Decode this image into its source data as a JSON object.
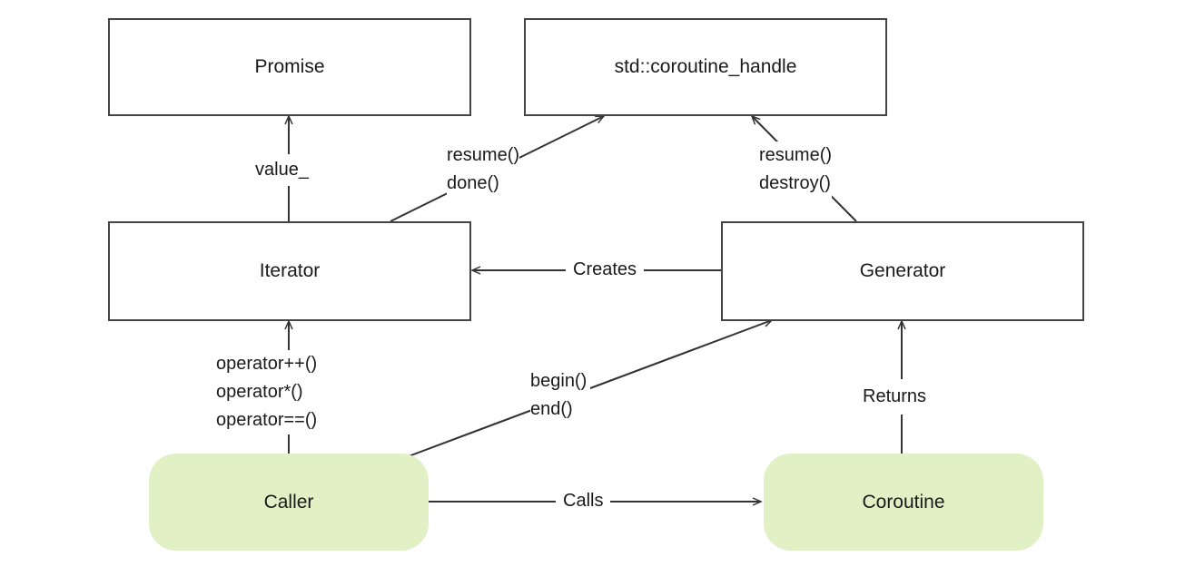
{
  "nodes": {
    "promise": "Promise",
    "handle": "std::coroutine_handle",
    "iterator": "Iterator",
    "generator": "Generator",
    "caller": "Caller",
    "coroutine": "Coroutine"
  },
  "edges": {
    "iterator_to_promise": [
      "value_"
    ],
    "iterator_to_handle": [
      "resume()",
      "done()"
    ],
    "generator_to_handle": [
      "resume()",
      "destroy()"
    ],
    "generator_creates_iterator": [
      "Creates"
    ],
    "caller_to_iterator": [
      "operator++()",
      "operator*()",
      "operator==()"
    ],
    "caller_to_generator": [
      "begin()",
      "end()"
    ],
    "coroutine_returns_generator": [
      "Returns"
    ],
    "caller_calls_coroutine": [
      "Calls"
    ]
  },
  "colors": {
    "box_border": "#444444",
    "highlight_fill": "#e2f0c6",
    "line": "#333333"
  }
}
